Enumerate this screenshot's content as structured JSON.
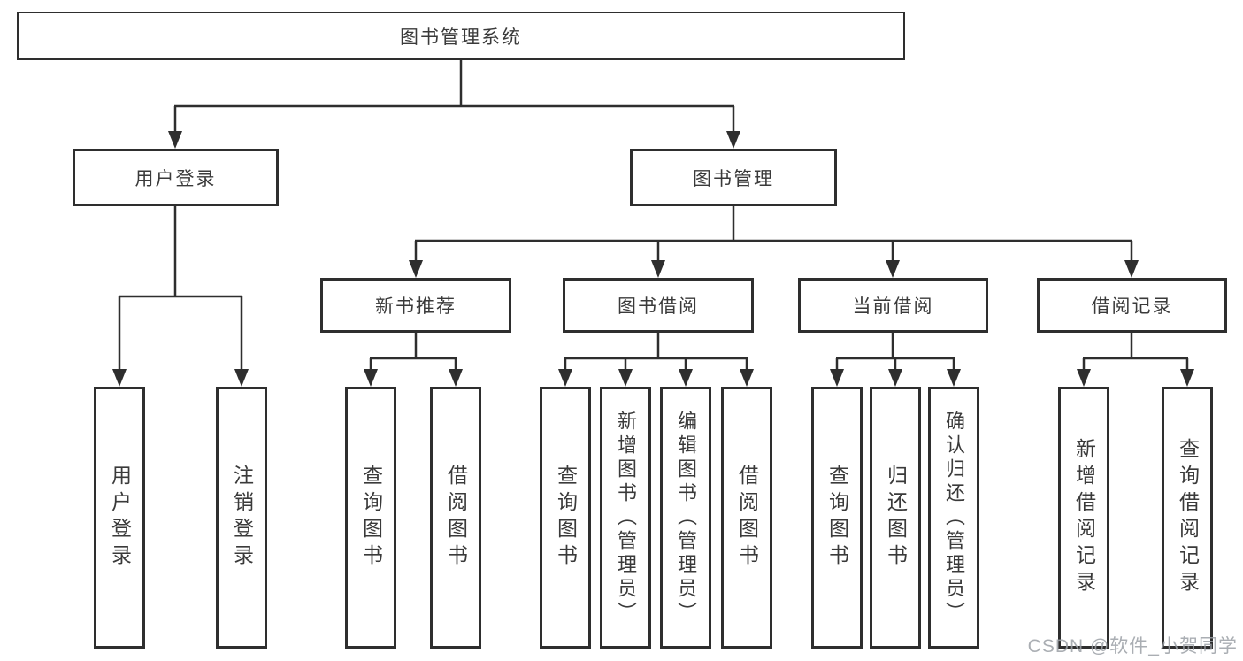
{
  "colors": {
    "line": "#2e2e2e",
    "box_border": "#2e2e2e",
    "text": "#3a3a3a",
    "background": "#ffffff",
    "watermark": "#9ba0a6"
  },
  "watermark": "CSDN @软件_小贺同学",
  "tree": {
    "root": {
      "label": "图书管理系统"
    },
    "children": [
      {
        "label": "用户登录",
        "children": [
          {
            "label": "用户登录"
          },
          {
            "label": "注销登录"
          }
        ]
      },
      {
        "label": "图书管理",
        "children": [
          {
            "label": "新书推荐",
            "children": [
              {
                "label": "查询图书"
              },
              {
                "label": "借阅图书"
              }
            ]
          },
          {
            "label": "图书借阅",
            "children": [
              {
                "label": "查询图书"
              },
              {
                "label": "新增图书（管理员）"
              },
              {
                "label": "编辑图书（管理员）"
              },
              {
                "label": "借阅图书"
              }
            ]
          },
          {
            "label": "当前借阅",
            "children": [
              {
                "label": "查询图书"
              },
              {
                "label": "归还图书"
              },
              {
                "label": "确认归还（管理员）"
              }
            ]
          },
          {
            "label": "借阅记录",
            "children": [
              {
                "label": "新增借阅记录"
              },
              {
                "label": "查询借阅记录"
              }
            ]
          }
        ]
      }
    ]
  }
}
